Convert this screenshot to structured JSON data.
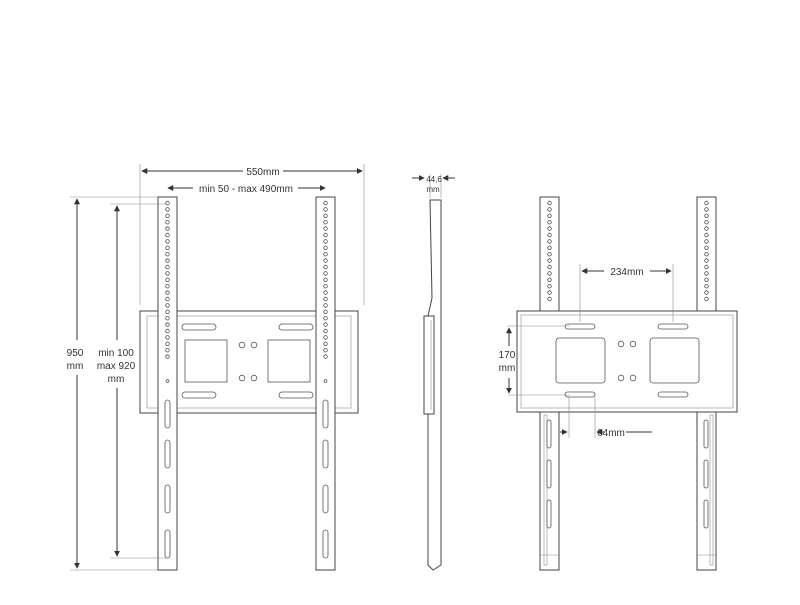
{
  "front_view": {
    "width": "550mm",
    "width_range": "min 50 - max 490mm",
    "height": "950",
    "height_unit": "mm",
    "height_range_l1": "min 100",
    "height_range_l2": "max 920",
    "height_range_l3": "mm"
  },
  "side_view": {
    "depth": "44,6",
    "depth_unit": "mm"
  },
  "rear_view": {
    "horizontal_spacing": "234mm",
    "vertical_spacing": "170",
    "vertical_spacing_unit": "mm",
    "slot_width": "64mm"
  },
  "colors": {
    "line": "#333333",
    "background": "#ffffff"
  }
}
